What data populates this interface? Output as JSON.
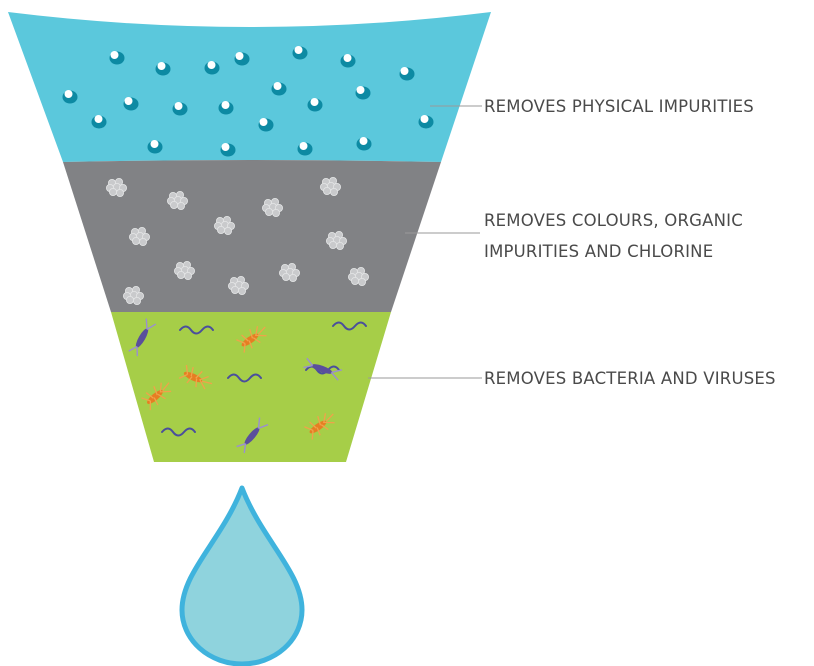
{
  "layers": [
    {
      "id": "physical",
      "color": "#5bc8dc",
      "particle": "water-bubble-icon",
      "label_lines": [
        "REMOVES PHYSICAL IMPURITIES"
      ]
    },
    {
      "id": "carbon",
      "color": "#818285",
      "particle": "carbon-granule-icon",
      "label_lines": [
        "REMOVES COLOURS, ORGANIC",
        "IMPURITIES AND CHLORINE"
      ]
    },
    {
      "id": "microbial",
      "color": "#a6ce48",
      "particle": "bacteria-icon",
      "label_lines": [
        "REMOVES BACTERIA AND VIRUSES"
      ]
    }
  ],
  "drop": {
    "fill": "#8fd3dd",
    "stroke": "#3fb3dd",
    "icon": "water-drop-icon"
  }
}
